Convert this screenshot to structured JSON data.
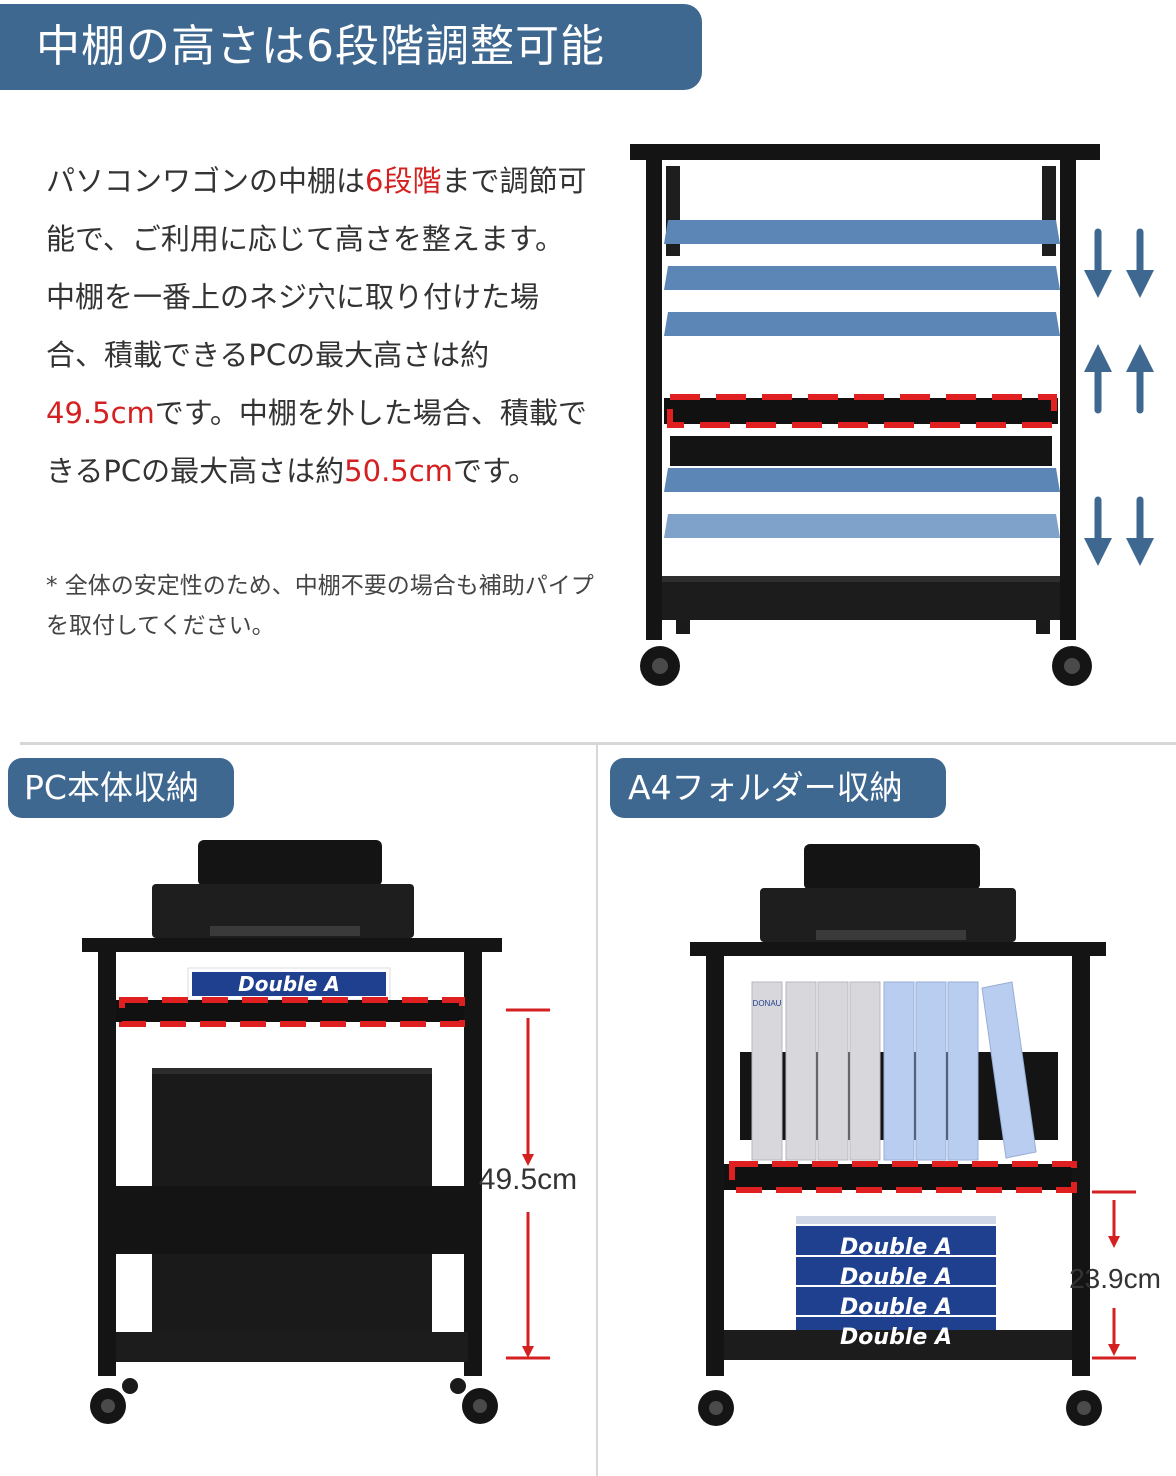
{
  "banners": {
    "top_title": "中棚の高さは6段階調整可能",
    "pc_title": "PC本体収納",
    "a4_title": "A4フォルダー収納"
  },
  "description": {
    "part1": "パソコンワゴンの中棚は",
    "hl1": "6段階",
    "part2": "まで調節可能で、ご利用に応じて高さを整えます。",
    "part3": "中棚を一番上のネジ穴に取り付けた場合、積載できるPCの最大高さは約",
    "hl2": "49.5cm",
    "part4": "です。中棚を外した場合、積載できるPCの最大高さは約",
    "hl3": "50.5cm",
    "part5": "です。"
  },
  "note": "* 全体の安定性のため、中棚不要の場合も補助パイプを取付してください。",
  "labels": {
    "pc_height": "49.5cm",
    "a4_height": "23.9cm",
    "brand": "Double A",
    "folder_brand": "DONAU"
  },
  "colors": {
    "banner": "#3f6891",
    "highlight": "#d42020",
    "shelf_blue": "#5b86b6",
    "dashed_red": "#e02020",
    "frame": "#141414"
  },
  "icons": {
    "arrow": "double-arrow-icon",
    "measure": "height-measure-icon"
  }
}
